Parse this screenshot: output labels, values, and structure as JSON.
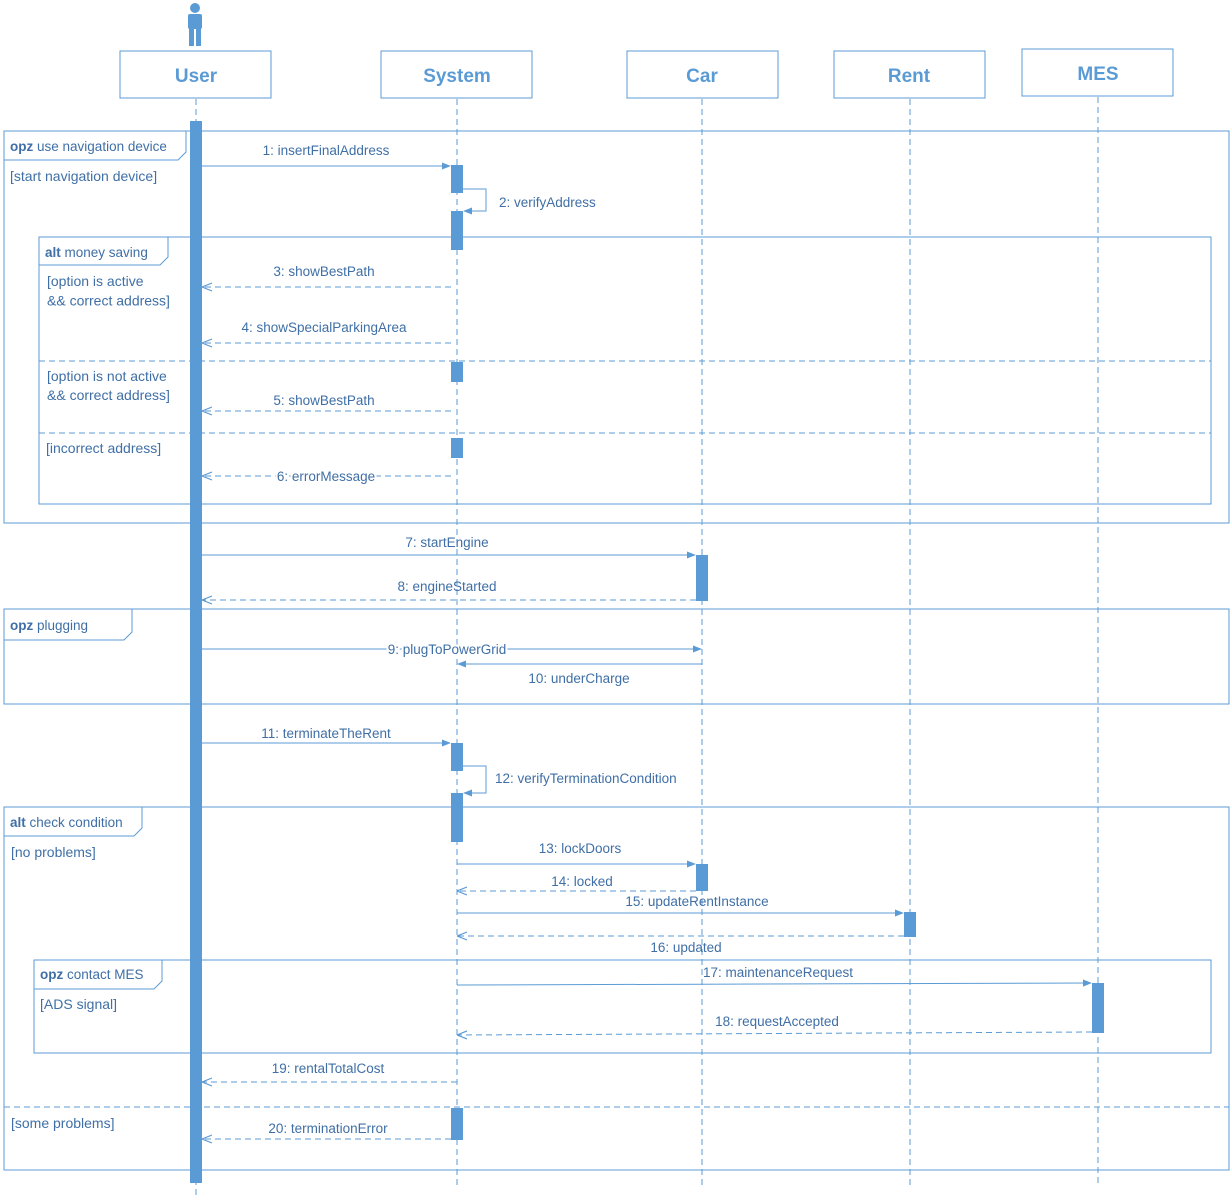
{
  "participants": [
    {
      "id": "user",
      "label": "User",
      "actor": true
    },
    {
      "id": "system",
      "label": "System"
    },
    {
      "id": "car",
      "label": "Car"
    },
    {
      "id": "rent",
      "label": "Rent"
    },
    {
      "id": "mes",
      "label": "MES"
    }
  ],
  "fragments": [
    {
      "id": "f-nav",
      "keyword": "opz",
      "title": "use navigation device",
      "guards": [
        "[start navigation device]"
      ]
    },
    {
      "id": "f-money",
      "keyword": "alt",
      "title": "money saving",
      "guards": [
        "[option is active\n&& correct address]",
        "[option is not active\n&& correct address]",
        "[incorrect address]"
      ]
    },
    {
      "id": "f-plug",
      "keyword": "opz",
      "title": "plugging",
      "guards": []
    },
    {
      "id": "f-check",
      "keyword": "alt",
      "title": "check condition",
      "guards": [
        "[no problems]",
        "[some problems]"
      ]
    },
    {
      "id": "f-mes",
      "keyword": "opz",
      "title": "contact MES",
      "guards": [
        "[ADS signal]"
      ]
    }
  ],
  "messages": [
    {
      "label": "1: insertFinalAddress",
      "from": "user",
      "to": "system",
      "kind": "call"
    },
    {
      "label": "2: verifyAddress",
      "from": "system",
      "to": "system",
      "kind": "self"
    },
    {
      "label": "3: showBestPath",
      "from": "system",
      "to": "user",
      "kind": "reply"
    },
    {
      "label": "4: showSpecialParkingArea",
      "from": "system",
      "to": "user",
      "kind": "reply"
    },
    {
      "label": "5: showBestPath",
      "from": "system",
      "to": "user",
      "kind": "reply"
    },
    {
      "label": "6: errorMessage",
      "from": "system",
      "to": "user",
      "kind": "reply"
    },
    {
      "label": "7: startEngine",
      "from": "user",
      "to": "car",
      "kind": "call"
    },
    {
      "label": "8: engineStarted",
      "from": "car",
      "to": "user",
      "kind": "reply"
    },
    {
      "label": "9: plugToPowerGrid",
      "from": "user",
      "to": "car",
      "kind": "call"
    },
    {
      "label": "10: underCharge",
      "from": "car",
      "to": "system",
      "kind": "call"
    },
    {
      "label": "11: terminateTheRent",
      "from": "user",
      "to": "system",
      "kind": "call"
    },
    {
      "label": "12: verifyTerminationCondition",
      "from": "system",
      "to": "system",
      "kind": "self"
    },
    {
      "label": "13: lockDoors",
      "from": "system",
      "to": "car",
      "kind": "call"
    },
    {
      "label": "14: locked",
      "from": "car",
      "to": "system",
      "kind": "reply"
    },
    {
      "label": "15: updateRentInstance",
      "from": "system",
      "to": "rent",
      "kind": "call"
    },
    {
      "label": "16: updated",
      "from": "rent",
      "to": "system",
      "kind": "reply"
    },
    {
      "label": "17: maintenanceRequest",
      "from": "system",
      "to": "mes",
      "kind": "call"
    },
    {
      "label": "18: requestAccepted",
      "from": "mes",
      "to": "system",
      "kind": "reply"
    },
    {
      "label": "19: rentalTotalCost",
      "from": "system",
      "to": "user",
      "kind": "reply"
    },
    {
      "label": "20: terminationError",
      "from": "system",
      "to": "user",
      "kind": "reply"
    }
  ],
  "colors": {
    "accent": "#5b9bd5",
    "text": "#3f6fa6",
    "background": "#ffffff"
  }
}
